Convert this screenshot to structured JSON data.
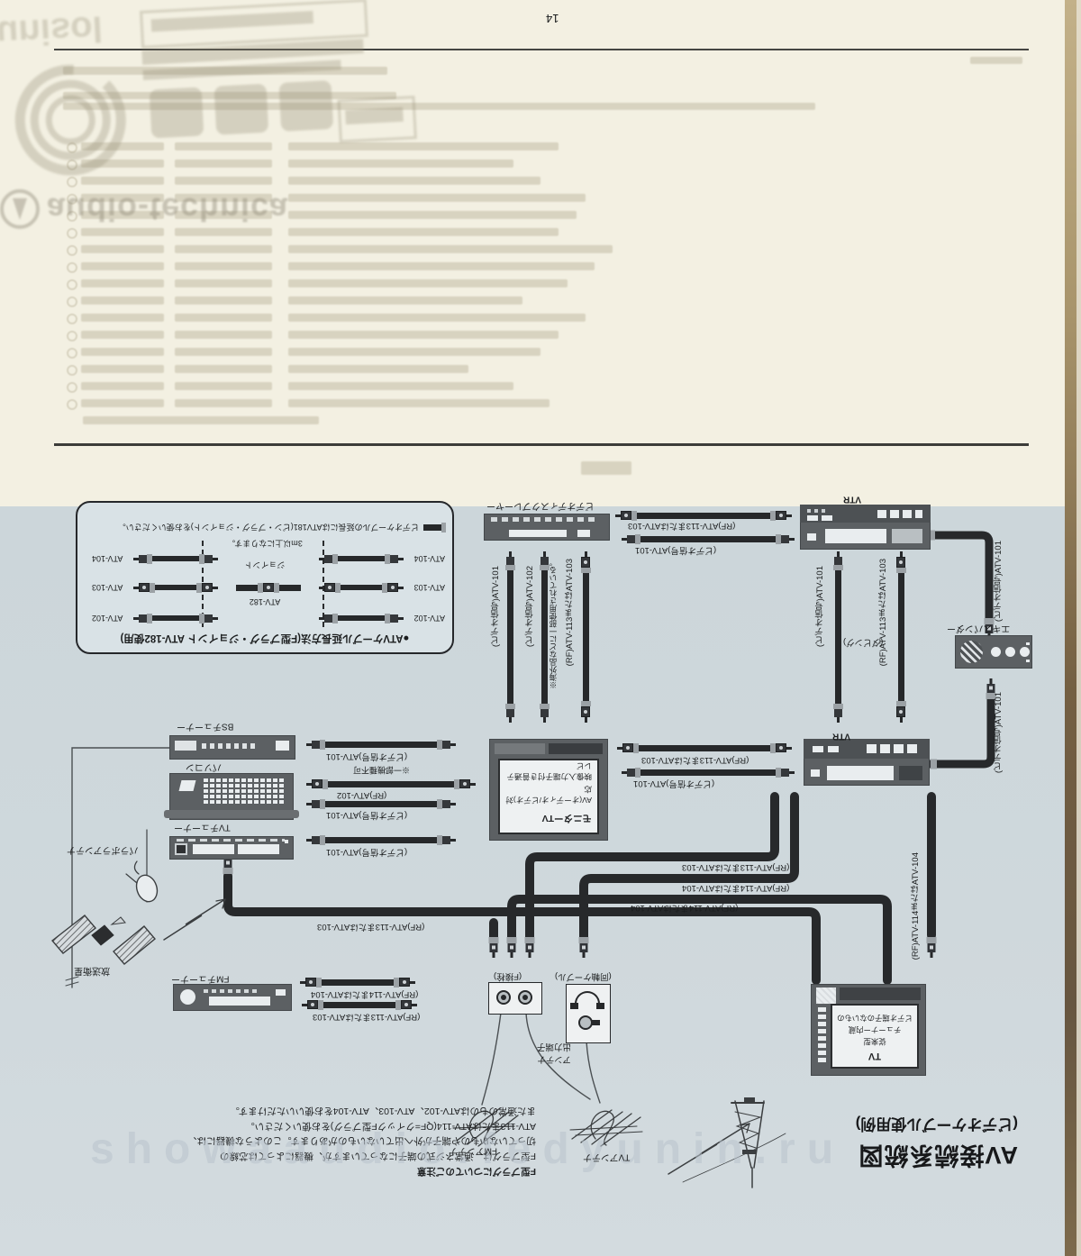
{
  "page": {
    "number": "14",
    "watermark": "showaaudio.fedyunin.ru"
  },
  "ghost": {
    "brand": "unisol",
    "logo": "audio-technica"
  },
  "title_block": {
    "title": "AV接続系統図",
    "subtitle": "(ビデオケーブル使用例)"
  },
  "notice": {
    "lines": [
      "F型プラグについてのご注意",
      "F型プラグは、通常ネジ式の端子になっていますが、機器によっては芯線の",
      "切っていないものや端子が外へ出ていないものがあります。このような機器には、",
      "ATV-113またはATV-114(QF=クイックF型プラグ)をお使いください。",
      "また通常のものはATV-102、ATV-103、ATV-104をお使いいただけます。"
    ]
  },
  "legend": {
    "title": "●ATVケーブル延長方法(F型プラグ・ジョイント ATV-182使用)",
    "note": "ビデオケーブルの延長にはATV181(ピン・プラグ・ジョイント)をお使いください。",
    "center_name": "ATV-182",
    "center_joint": "ジョイント",
    "center_note": "3m以上になります。",
    "rows": [
      "ATV-102",
      "ATV-103",
      "ATV-104"
    ]
  },
  "devices": {
    "vdp": "ビデオディスクプレーヤー",
    "vtr": "VTR",
    "bs": "BSチューナー",
    "pc": "パソコン",
    "tvt": "TVチューナー",
    "fm": "FMチューナー",
    "expander": "エキスパンダー",
    "parabola": "パラボラアンテナ",
    "satellite": "放送衛星",
    "fbox": "(F接栓)",
    "coax": "(同軸ケーブル)",
    "fm_ant": "FMアンテナ",
    "tv_ant": "TVアンテナ",
    "ant_out": [
      "アンテナ",
      "出力端子"
    ],
    "monitor_lines": [
      "モニターTV",
      "AV(オーディオ/ビデオ)対応",
      "映像入力端子付き普通テレビ"
    ],
    "tv_lines": [
      "TV",
      "従来型",
      "チューナー内蔵",
      "ビデオ端子のないもの"
    ],
    "dub": "(ダビング)",
    "note_hardware": "※一部機種不可",
    "note_overseas": "※海外品などに一部使用されている。"
  },
  "cables": {
    "v101": "(ビデオ信号)ATV-101",
    "v102": "(ビデオ信号)ATV-102",
    "rf102": "(RF)ATV-102",
    "rf113": "(RF)ATV-113またはATV-103",
    "rf114": "(RF)ATV-114またはATV-104"
  }
}
